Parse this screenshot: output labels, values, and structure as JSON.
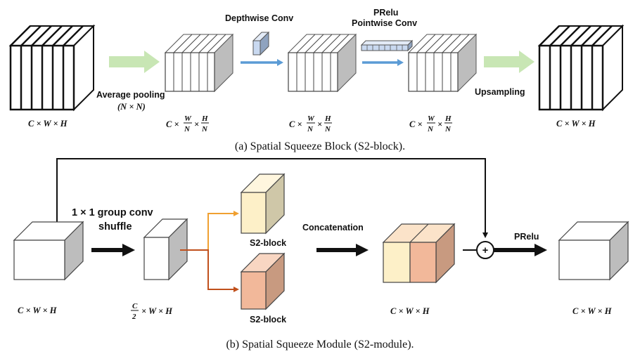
{
  "top": {
    "labels": {
      "depthwise": "Depthwise Conv",
      "prelu": "PRelu",
      "pointwise": "Pointwise Conv",
      "avgpool": "Average pooling",
      "avgpool_param": "(N × N)",
      "upsampling": "Upsampling"
    },
    "dims": {
      "input": "C × W × H",
      "output": "C × W × H",
      "prefix": "C ×",
      "times": "×",
      "w": "W",
      "h": "H",
      "n": "N"
    },
    "caption": "(a) Spatial Squeeze Block (S2-block)."
  },
  "bottom": {
    "labels": {
      "group_conv_line1": "1 × 1 group conv",
      "group_conv_line2": "shuffle",
      "s2_upper": "S2-block",
      "s2_lower": "S2-block",
      "concat": "Concatenation",
      "prelu": "PRelu",
      "plus": "+"
    },
    "dims": {
      "input": "C × W × H",
      "half_num": "C",
      "half_den": "2",
      "half_rest": "× W × H",
      "concat": "C × W × H",
      "output": "C × W × H"
    },
    "caption": "(b) Spatial Squeeze Module (S2-module)."
  },
  "colors": {
    "green_arrow": "#c8e6b4",
    "blue_arrow": "#5b9bd5",
    "orange_arrow": "#f0a030",
    "red_arrow": "#c0501c",
    "side_gray": "#bdbdbd",
    "top_gray": "#ffffff",
    "cream_front": "#fdf0c8",
    "cream_side": "#cfc7a8",
    "salmon_front": "#f2b89a",
    "salmon_side": "#c89a80",
    "filter_front": "#c9d9f0",
    "filter_side": "#8fa3bf"
  }
}
